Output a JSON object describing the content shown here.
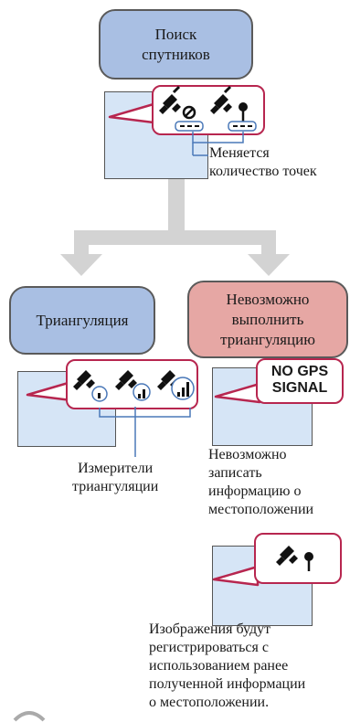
{
  "steps": {
    "search": "Поиск\nспутников",
    "triangulation": "Триангуляция",
    "cannot_triangulate": "Невозможно\nвыполнить\nтриангуляцию"
  },
  "notes": {
    "dots_change": "Меняется\nколичество точек",
    "meters": "Измерители\nтриангуляции",
    "cannot_record": "Невозможно\nзаписать\nинформацию о\nместоположении",
    "previous_info": "Изображения будут\nрегистрироваться с\nиспользованием ранее\nполученной информации\nо местоположении."
  },
  "indicators": {
    "no_gps": "NO GPS\nSIGNAL"
  },
  "icons": {
    "search_screen": [
      "satellite-searching-icon",
      "satellite-pin-searching-icon"
    ],
    "triangulation_screen": [
      "satellite-signal-1-icon",
      "satellite-signal-2-icon",
      "satellite-signal-3-icon"
    ],
    "previous_screen": [
      "satellite-pin-icon"
    ]
  },
  "colors": {
    "box_blue": "#a9bfe3",
    "box_pink": "#e6a7a4",
    "bubble_border": "#b7264f",
    "screen_fill": "#d6e5f6",
    "arrow": "#d3d3d3",
    "callout_line": "#4a78b8"
  }
}
